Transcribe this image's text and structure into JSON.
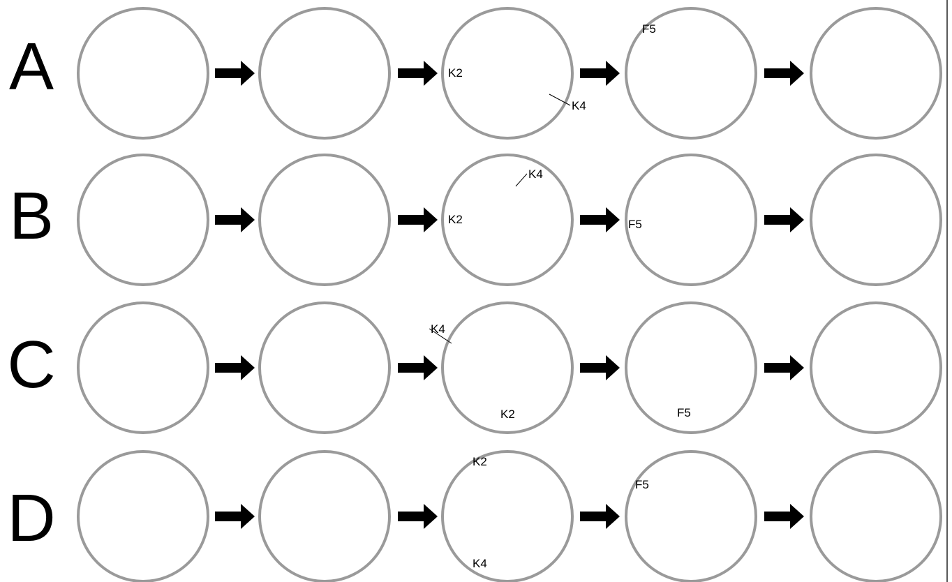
{
  "rows": [
    {
      "label": "A",
      "steps": [
        {
          "callouts": []
        },
        {
          "callouts": []
        },
        {
          "callouts": [
            "K2",
            "K4"
          ]
        },
        {
          "callouts": [
            "F5"
          ]
        },
        {
          "callouts": []
        }
      ]
    },
    {
      "label": "B",
      "steps": [
        {
          "callouts": []
        },
        {
          "callouts": []
        },
        {
          "callouts": [
            "K4",
            "K2"
          ]
        },
        {
          "callouts": [
            "F5"
          ]
        },
        {
          "callouts": []
        }
      ]
    },
    {
      "label": "C",
      "steps": [
        {
          "callouts": []
        },
        {
          "callouts": []
        },
        {
          "callouts": [
            "K4",
            "K2"
          ]
        },
        {
          "callouts": [
            "F5"
          ]
        },
        {
          "callouts": []
        }
      ]
    },
    {
      "label": "D",
      "steps": [
        {
          "callouts": []
        },
        {
          "callouts": []
        },
        {
          "callouts": [
            "K2",
            "K4"
          ]
        },
        {
          "callouts": [
            "F5"
          ]
        },
        {
          "callouts": []
        }
      ]
    }
  ],
  "colors": {
    "circle_stroke": "#9a9a9a",
    "line": "#000000",
    "faded_line": "#b8b8b8",
    "arrow": "#000000"
  },
  "icons": [
    "frame-rail-drawing",
    "corner-bracket-drawing",
    "bolt-drawing",
    "step-arrow-icon"
  ]
}
